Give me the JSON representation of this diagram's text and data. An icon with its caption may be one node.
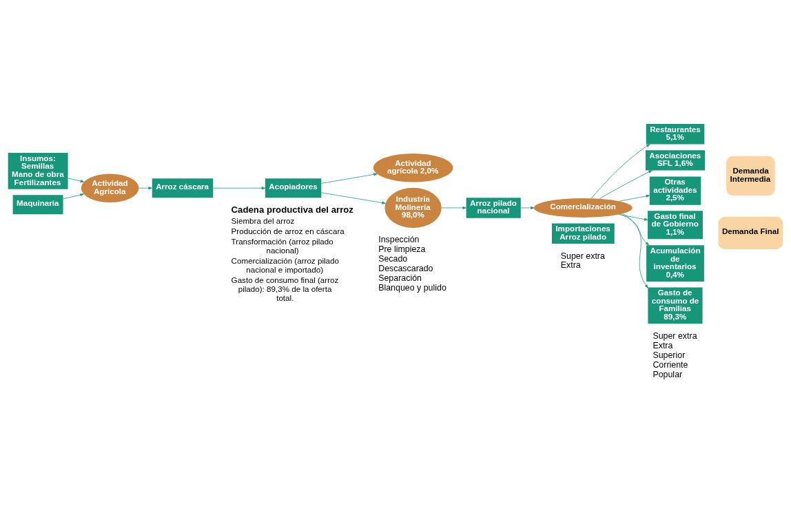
{
  "diagram": {
    "nodes": [
      {
        "text": [
          "Insumos:",
          "Semillas",
          "Mano de obra",
          "Fertilizantes"
        ]
      },
      {
        "text": [
          "Maquinaria"
        ]
      },
      {
        "text": [
          "Actividad Agricola"
        ]
      },
      {
        "text": [
          "Arroz cáscara"
        ]
      },
      {
        "text": [
          "Acopiadores"
        ]
      },
      {
        "text": [
          "Actividad agrícola 2,0%"
        ]
      },
      {
        "text": [
          "Industria Molinería 98,0%"
        ],
        "beside": [
          "Inspección",
          "Pre limpieza",
          "Secado",
          "Descascarado",
          "Separación",
          "Blanqueo y pulido"
        ]
      },
      {
        "text": [
          "Arroz pilado nacional"
        ]
      },
      {
        "text": [
          "Comercialización"
        ]
      },
      {
        "text": [
          "Restaurantes 5,1%"
        ]
      },
      {
        "text": [
          "Asociaciones SFL 1,6%"
        ]
      },
      {
        "text": [
          "Otras actividades 2,5%"
        ]
      },
      {
        "text": [
          "Gasto final de Gobierno 1,1%"
        ]
      },
      {
        "text": [
          "Acumulación de inventarios 0,4%"
        ]
      },
      {
        "text": [
          "Gasto de consumo de Familias 89,3%"
        ],
        "beside": [
          "Super extra",
          "Extra",
          "Superior",
          "Corriente",
          "Popular"
        ]
      },
      {
        "text": [
          "Demanda Intermedia"
        ]
      },
      {
        "text": [
          "Demanda Final"
        ]
      },
      {
        "text": [
          "Importaciones Arroz pilado"
        ],
        "beside": [
          "Super extra",
          "Extra"
        ]
      }
    ],
    "edges": [
      {
        "from": 0,
        "to": 2,
        "arrow": "to"
      },
      {
        "from": 1,
        "to": 2,
        "arrow": "to"
      },
      {
        "from": 2,
        "to": 3,
        "arrow": "to"
      },
      {
        "from": 3,
        "to": 4,
        "arrow": "to"
      },
      {
        "from": 4,
        "to": 5,
        "arrow": "to"
      },
      {
        "from": 4,
        "to": 6,
        "arrow": "to"
      },
      {
        "from": 6,
        "to": 7,
        "arrow": "to"
      },
      {
        "from": 7,
        "to": 8,
        "arrow": "to"
      },
      {
        "from": 8,
        "to": 9,
        "arrow": "to"
      },
      {
        "from": 8,
        "to": 10,
        "arrow": "to"
      },
      {
        "from": 8,
        "to": 11,
        "arrow": "to"
      },
      {
        "from": 8,
        "to": 12,
        "arrow": "to"
      },
      {
        "from": 8,
        "to": 13,
        "arrow": "to"
      },
      {
        "from": 8,
        "to": 14,
        "arrow": "to"
      }
    ],
    "labels": [
      "Cadena productiva del arroz",
      "Siembra del arroz",
      "Producción de arroz en cáscara",
      "Transformación (arroz pilado nacional)",
      "Comercialización (arroz pilado nacional e importado)",
      "Gasto de consumo final (arroz pilado): 89,3% de la oferta total."
    ]
  }
}
